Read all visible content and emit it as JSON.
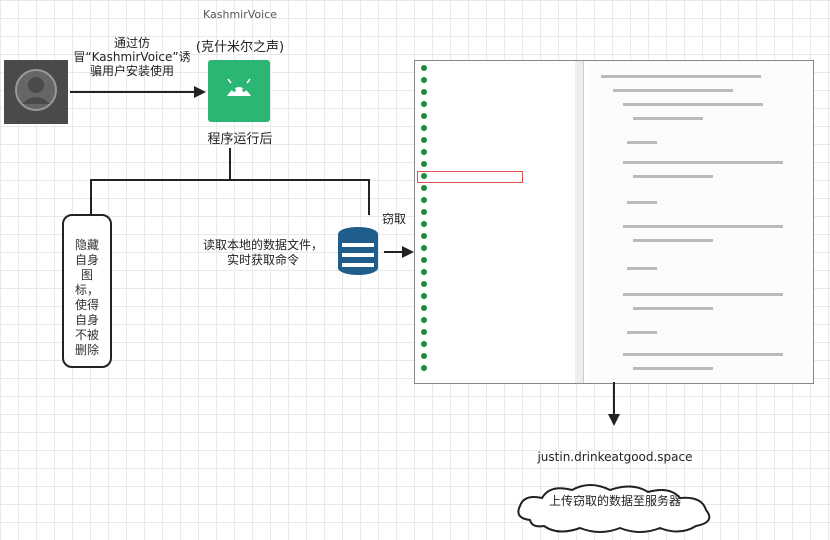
{
  "diagram": {
    "app_name": "KashmirVoice",
    "app_subtitle": "(克什米尔之声)",
    "edge_user_to_app": "通过仿冒“KashmirVoice”诱骗用户安装使用",
    "app_running": "程序运行后",
    "hidden_box_text": "隐藏自身图标，使得自身不被删除",
    "read_local_files": "读取本地的数据文件，实时获取命令",
    "steal_label": "窃取",
    "upload_label": "上传窃取的数据至服务器",
    "server_label": "justin.drinkeatgood.space"
  },
  "colors": {
    "android_green": "#2bb673",
    "avatar_gray": "#4a4a4a",
    "highlight_red": "#d9534f"
  },
  "icons": [
    "user-avatar-icon",
    "android-app-icon",
    "database-icon",
    "cloud-icon"
  ]
}
